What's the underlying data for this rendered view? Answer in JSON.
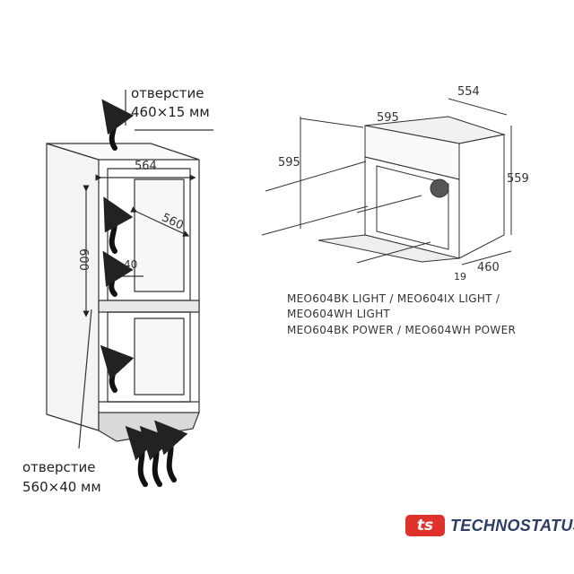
{
  "cabinet": {
    "top_opening_label": "отверстие",
    "top_opening_size": "460×15 мм",
    "bottom_opening_label": "отверстие",
    "bottom_opening_size": "560×40 мм",
    "dim_width": "564",
    "dim_height": "600",
    "dim_depth": "560",
    "dim_gap": "40"
  },
  "oven": {
    "dim_top_width": "554",
    "dim_front_width": "595",
    "dim_front_height": "595",
    "dim_side_height": "559",
    "dim_door": "19",
    "dim_depth": "460"
  },
  "models": [
    "MEO604BK LIGHT / MEO604IX LIGHT /",
    "MEO604WH LIGHT",
    "MEO604BK POWER / MEO604WH POWER"
  ],
  "brand": {
    "mark": "ts",
    "name": "TECHNOSTATUS",
    "color_red": "#e0322d",
    "color_navy": "#2c3e63"
  }
}
